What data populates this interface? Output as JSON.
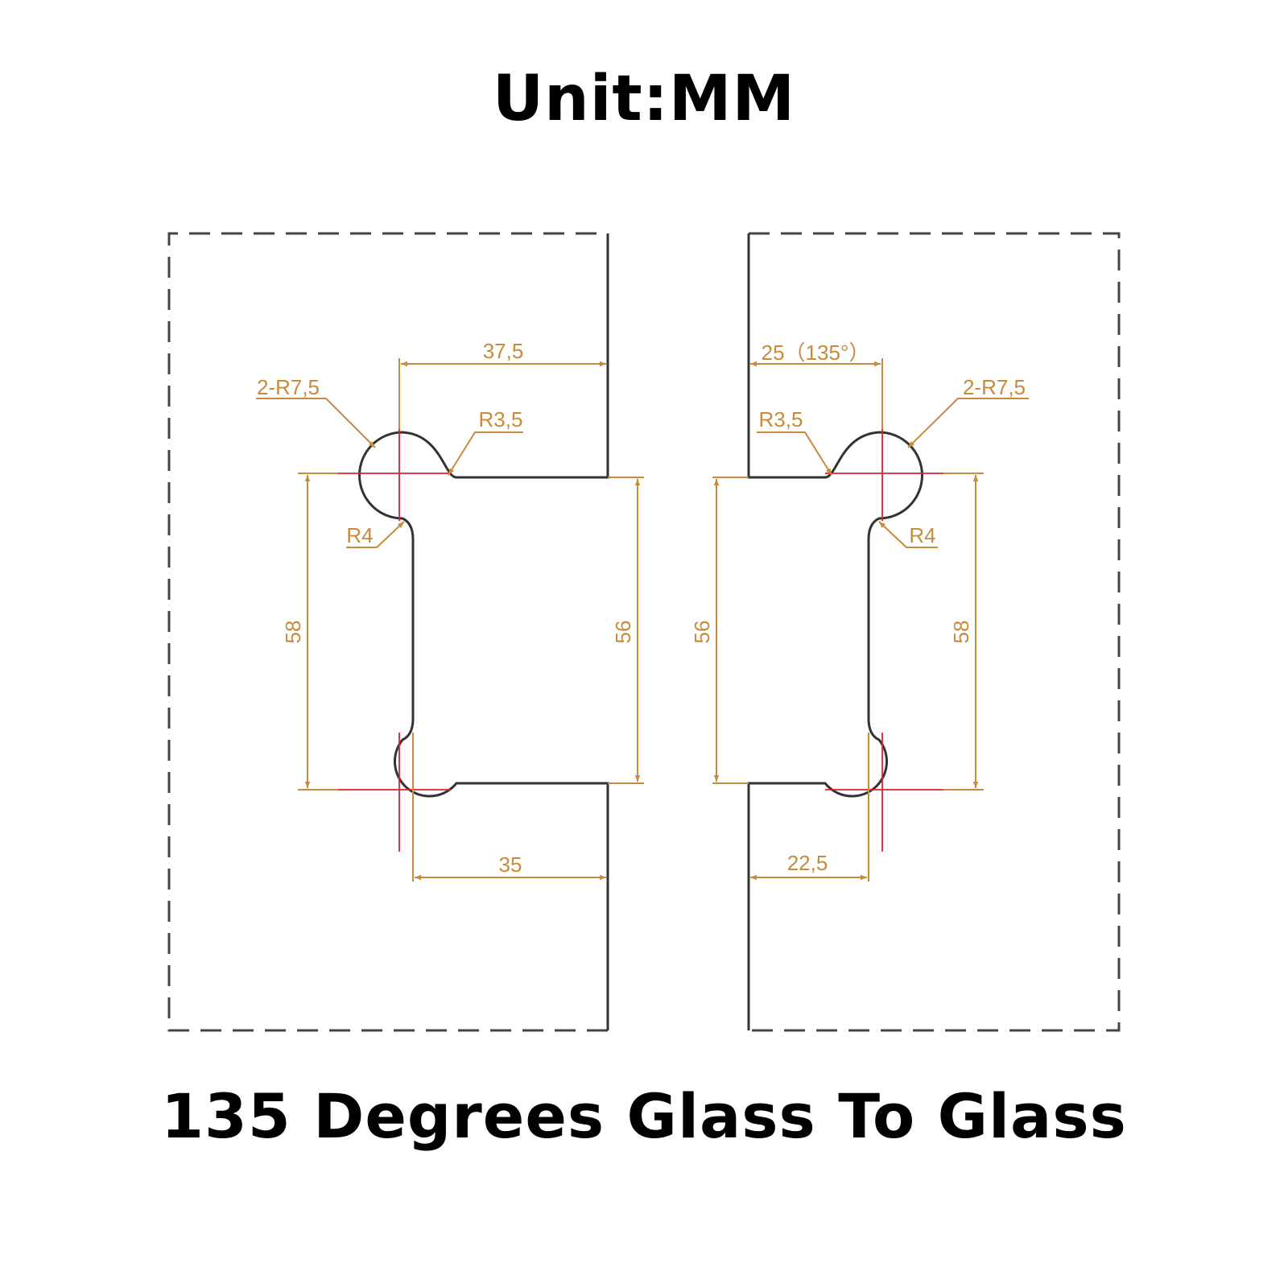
{
  "header": {
    "title": "Unit:MM"
  },
  "footer": {
    "caption": "135 Degrees Glass To Glass"
  },
  "left_panel": {
    "top_width": "37,5",
    "bottom_width": "35",
    "outer_radius": "2-R7,5",
    "top_fillet": "R3,5",
    "inner_fillet": "R4",
    "left_height": "58",
    "right_height": "56"
  },
  "right_panel": {
    "top_width": "25（135°）",
    "bottom_width": "22,5",
    "outer_radius": "2-R7,5",
    "top_fillet": "R3,5",
    "inner_fillet": "R4",
    "left_height": "56",
    "right_height": "58"
  },
  "colors": {
    "dimension": "#c98a3c",
    "centerline": "#e0202a",
    "outline": "#333333"
  }
}
